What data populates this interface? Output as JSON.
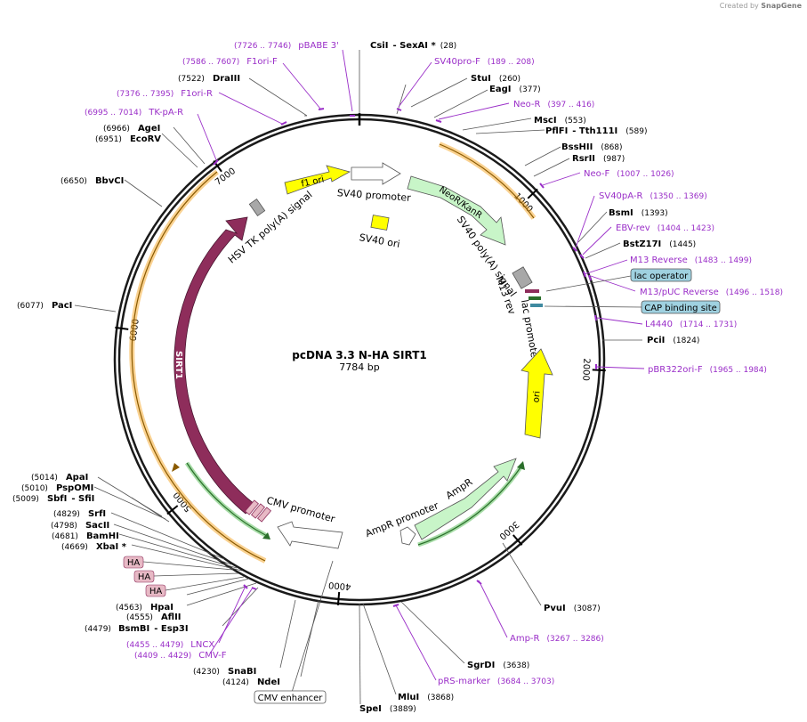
{
  "brand": {
    "created_by": "Created by",
    "name": "SnapGene"
  },
  "plasmid": {
    "name": "pcDNA 3.3 N-HA SIRT1",
    "length_label": "7784 bp",
    "length": 7784
  },
  "ticks": [
    "1000",
    "2000",
    "3000",
    "4000",
    "5000",
    "6000",
    "7000"
  ],
  "colors": {
    "backbone": "#1a1a1a",
    "enzyme": "#000000",
    "primer": "#9a2ec8",
    "origin_yellow": "#ffff00",
    "sirt1": "#8e2d5b",
    "neo_green": "#c8f5c8",
    "amp_green": "#c8f5c8",
    "orf_orange": "#f5a623",
    "gray": "#a8a8a8",
    "lac_blue": "#9fd1e0",
    "ha_pink": "#e7b9c5"
  },
  "enzyme_labels": [
    {
      "name": "CsiI",
      "extra": "- SexAI *",
      "pos": "(28)"
    },
    {
      "name": "StuI",
      "pos": "(260)"
    },
    {
      "name": "EagI",
      "pos": "(377)"
    },
    {
      "name": "MscI",
      "pos": "(553)"
    },
    {
      "name": "PflFI",
      "extra": "- Tth111I",
      "pos": "(589)"
    },
    {
      "name": "BssHII",
      "pos": "(868)"
    },
    {
      "name": "RsrII",
      "pos": "(987)"
    },
    {
      "name": "BsmI",
      "pos": "(1393)"
    },
    {
      "name": "BstZ17I",
      "pos": "(1445)"
    },
    {
      "name": "PciI",
      "pos": "(1824)"
    },
    {
      "name": "PvuI",
      "pos": "(3087)"
    },
    {
      "name": "SgrDI",
      "pos": "(3638)"
    },
    {
      "name": "MluI",
      "pos": "(3868)"
    },
    {
      "name": "SpeI",
      "pos": "(3889)"
    },
    {
      "name": "NdeI",
      "pos": "(4124)"
    },
    {
      "name": "SnaBI",
      "pos": "(4230)"
    },
    {
      "name": "BsmBI",
      "extra": "- Esp3I",
      "pos": "(4479)"
    },
    {
      "name": "AflII",
      "pos": "(4555)"
    },
    {
      "name": "HpaI",
      "pos": "(4563)"
    },
    {
      "name": "XbaI *",
      "pos": "(4669)"
    },
    {
      "name": "BamHI",
      "pos": "(4681)"
    },
    {
      "name": "SacII",
      "pos": "(4798)"
    },
    {
      "name": "SrfI",
      "pos": "(4829)"
    },
    {
      "name": "SbfI",
      "extra": "- SfiI",
      "pos": "(5009)"
    },
    {
      "name": "PspOMI",
      "pos": "(5010)"
    },
    {
      "name": "ApaI",
      "pos": "(5014)"
    },
    {
      "name": "PacI",
      "pos": "(6077)"
    },
    {
      "name": "BbvCI",
      "pos": "(6650)"
    },
    {
      "name": "EcoRV",
      "pos": "(6951)"
    },
    {
      "name": "AgeI",
      "pos": "(6966)"
    },
    {
      "name": "DraIII",
      "pos": "(7522)"
    }
  ],
  "primer_labels": [
    {
      "name": "pBABE 3'",
      "range": "(7726 .. 7746)"
    },
    {
      "name": "F1ori-F",
      "range": "(7586 .. 7607)"
    },
    {
      "name": "F1ori-R",
      "range": "(7376 .. 7395)"
    },
    {
      "name": "TK-pA-R",
      "range": "(6995 .. 7014)"
    },
    {
      "name": "SV40pro-F",
      "range": "(189 .. 208)"
    },
    {
      "name": "Neo-R",
      "range": "(397 .. 416)"
    },
    {
      "name": "Neo-F",
      "range": "(1007 .. 1026)"
    },
    {
      "name": "SV40pA-R",
      "range": "(1350 .. 1369)"
    },
    {
      "name": "EBV-rev",
      "range": "(1404 .. 1423)"
    },
    {
      "name": "M13 Reverse",
      "range": "(1483 .. 1499)"
    },
    {
      "name": "M13/pUC Reverse",
      "range": "(1496 .. 1518)"
    },
    {
      "name": "L4440",
      "range": "(1714 .. 1731)"
    },
    {
      "name": "pBR322ori-F",
      "range": "(1965 .. 1984)"
    },
    {
      "name": "Amp-R",
      "range": "(3267 .. 3286)"
    },
    {
      "name": "pRS-marker",
      "range": "(3684 .. 3703)"
    },
    {
      "name": "LNCX",
      "range": "(4455 .. 4479)"
    },
    {
      "name": "CMV-F",
      "range": "(4409 .. 4429)"
    }
  ],
  "boxed_labels": [
    {
      "name": "lac operator"
    },
    {
      "name": "CAP binding site"
    },
    {
      "name": "CMV enhancer"
    },
    {
      "name": "HA"
    },
    {
      "name": "HA"
    },
    {
      "name": "HA"
    }
  ],
  "features": [
    {
      "name": "f1 ori"
    },
    {
      "name": "SV40 promoter"
    },
    {
      "name": "NeoR/KanR"
    },
    {
      "name": "SV40 poly(A) signal"
    },
    {
      "name": "SV40 ori"
    },
    {
      "name": "M13 rev"
    },
    {
      "name": "lac promoter"
    },
    {
      "name": "ori"
    },
    {
      "name": "AmpR"
    },
    {
      "name": "AmpR promoter"
    },
    {
      "name": "CMV promoter"
    },
    {
      "name": "SIRT1"
    },
    {
      "name": "HSV TK poly(A) signal"
    }
  ]
}
